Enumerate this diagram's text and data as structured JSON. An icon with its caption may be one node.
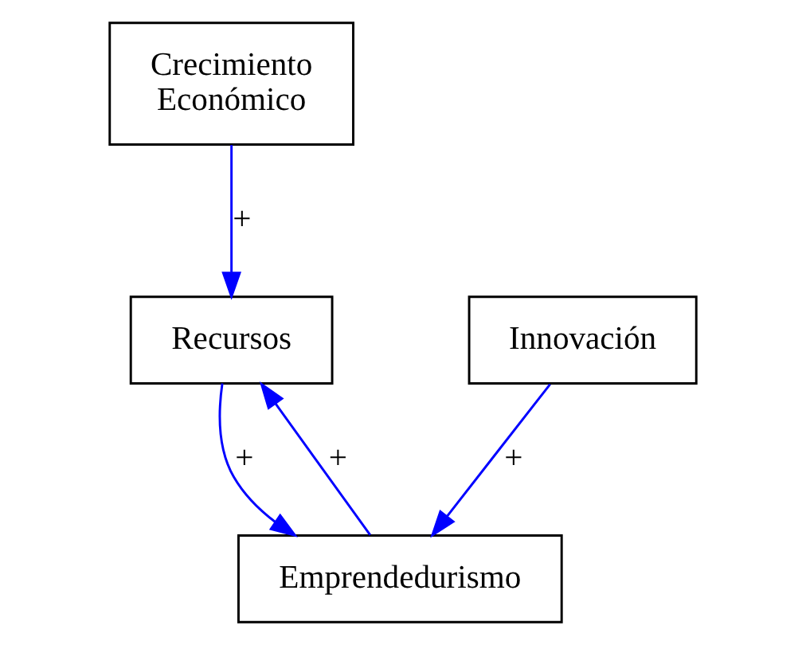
{
  "diagram": {
    "nodes": [
      {
        "text": [
          "Crecimiento Económico"
        ]
      },
      {
        "text": [
          "Innovación"
        ]
      },
      {
        "text": [
          "Emprendedurismo"
        ]
      },
      {
        "text": [
          "Recursos"
        ]
      }
    ],
    "edges": [
      {
        "from": 0,
        "to": 3,
        "arrow": "to",
        "label": "+"
      },
      {
        "from": 1,
        "to": 2,
        "arrow": "to",
        "label": "+"
      },
      {
        "from": 3,
        "to": 2,
        "arrow": "to",
        "label": "+"
      },
      {
        "from": 2,
        "to": 3,
        "arrow": "to",
        "label": "+"
      }
    ]
  }
}
